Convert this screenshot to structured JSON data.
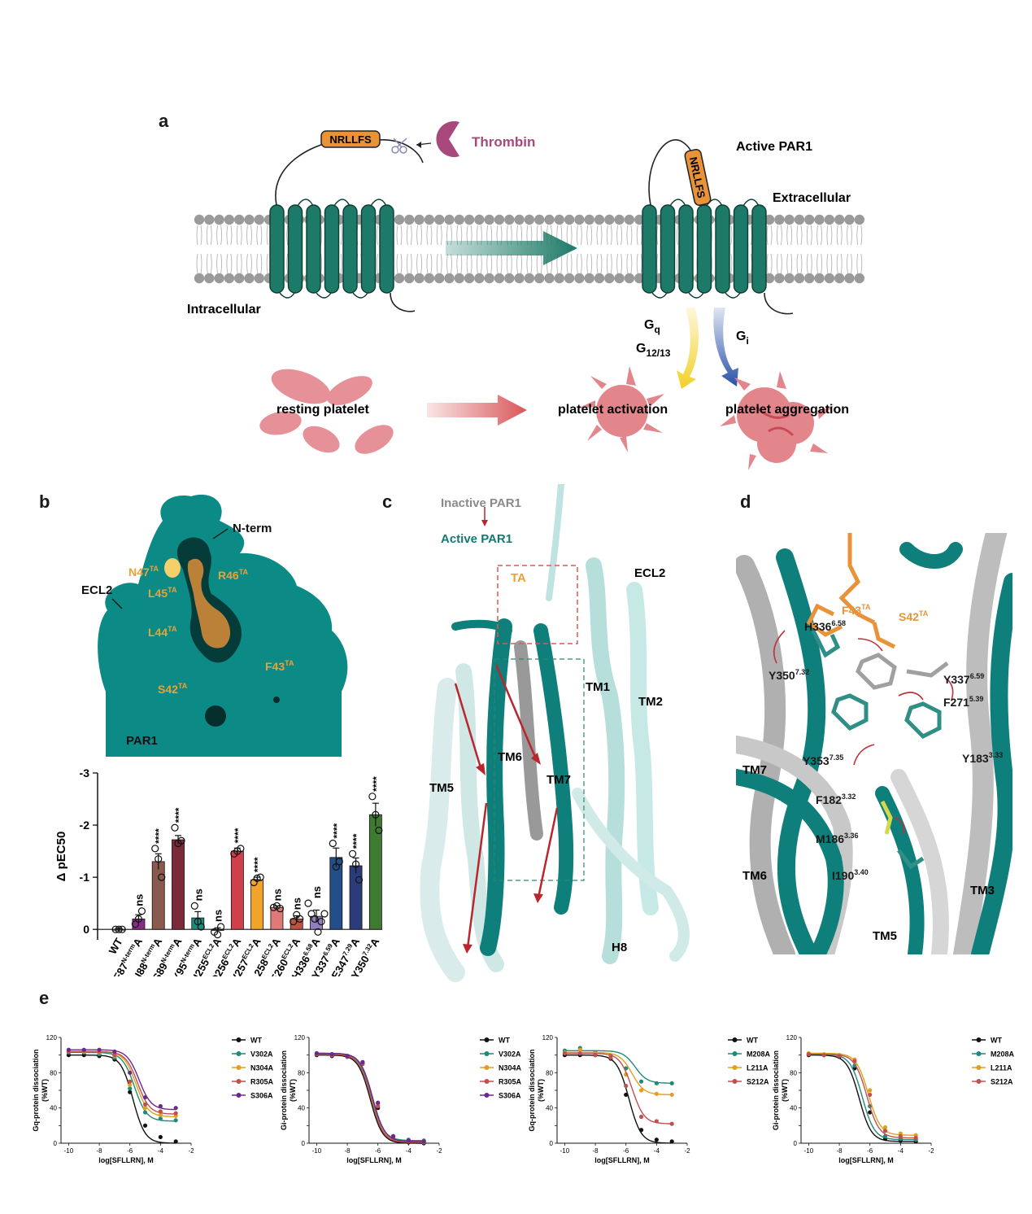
{
  "panels": {
    "a": {
      "label": "a",
      "peptide": "NRLLFS",
      "protease": "Thrombin",
      "active_receptor": "Active PAR1",
      "extracellular": "Extracellular",
      "intracellular": "Intracellular",
      "g_q": "G",
      "g_q_sub": "q",
      "g_12": "G",
      "g_12_sub": "12/13",
      "g_i": "G",
      "g_i_sub": "i",
      "resting": "resting platelet",
      "activation": "platelet activation",
      "aggregation": "platelet aggregation",
      "colors": {
        "helix": "#1e7a68",
        "thrombin": "#a8487d",
        "peptide": "#e8923a",
        "platelet": "#e3868c",
        "gq_arrow": "#f2d024",
        "gi_arrow": "#2a52a8"
      }
    },
    "b": {
      "label": "b",
      "nterm": "N-term",
      "ecl2": "ECL2",
      "par1": "PAR1",
      "residues": [
        {
          "name": "N47",
          "sup": "TA"
        },
        {
          "name": "R46",
          "sup": "TA"
        },
        {
          "name": "L45",
          "sup": "TA"
        },
        {
          "name": "L44",
          "sup": "TA"
        },
        {
          "name": "F43",
          "sup": "TA"
        },
        {
          "name": "S42",
          "sup": "TA"
        }
      ],
      "colors": {
        "surface": "#0b8a86",
        "ligand": "#f0a030"
      }
    },
    "c": {
      "label": "c",
      "inactive": "Inactive PAR1",
      "active": "Active PAR1",
      "ta": "TA",
      "ecl2": "ECL2",
      "tm1": "TM1",
      "tm2": "TM2",
      "tm5": "TM5",
      "tm6": "TM6",
      "tm7": "TM7",
      "h8": "H8"
    },
    "d": {
      "label": "d",
      "labels": [
        {
          "name": "F43",
          "sup": "TA",
          "color": "#e8923a"
        },
        {
          "name": "S42",
          "sup": "TA",
          "color": "#e8923a"
        },
        {
          "name": "H336",
          "sup": "6.58",
          "color": "#1a1a1a"
        },
        {
          "name": "Y350",
          "sup": "7.32",
          "color": "#1a1a1a"
        },
        {
          "name": "Y337",
          "sup": "6.59",
          "color": "#1a1a1a"
        },
        {
          "name": "F271",
          "sup": "5.39",
          "color": "#1a1a1a"
        },
        {
          "name": "Y353",
          "sup": "7.35",
          "color": "#1a1a1a"
        },
        {
          "name": "Y183",
          "sup": "3.33",
          "color": "#1a1a1a"
        },
        {
          "name": "F182",
          "sup": "3.32",
          "color": "#1a1a1a"
        },
        {
          "name": "M186",
          "sup": "3.36",
          "color": "#1a1a1a"
        },
        {
          "name": "I190",
          "sup": "3.40",
          "color": "#1a1a1a"
        }
      ],
      "tm7": "TM7",
      "tm6": "TM6",
      "tm3": "TM3",
      "tm5": "TM5"
    },
    "e": {
      "label": "e"
    }
  },
  "chart_data": [
    {
      "type": "bar",
      "title": "",
      "xlabel": "",
      "ylabel": "Δ pEC50",
      "ylim": [
        0.2,
        -3.0
      ],
      "yticks": [
        "-3",
        "-2",
        "-1",
        "0"
      ],
      "categories": [
        {
          "base": "WT",
          "sup": "",
          "tail": ""
        },
        {
          "base": "F87",
          "sup": "N-term",
          "tail": "A"
        },
        {
          "base": "I88",
          "sup": "N-term",
          "tail": "A"
        },
        {
          "base": "S89",
          "sup": "N-term",
          "tail": "A"
        },
        {
          "base": "Y95",
          "sup": "N-term",
          "tail": "A"
        },
        {
          "base": "H255",
          "sup": "ECL2",
          "tail": "A"
        },
        {
          "base": "D256",
          "sup": "ECL2",
          "tail": "A"
        },
        {
          "base": "V257",
          "sup": "ECL2",
          "tail": "A"
        },
        {
          "base": "L258",
          "sup": "ECL2",
          "tail": "A"
        },
        {
          "base": "E260",
          "sup": "ECL2",
          "tail": "A"
        },
        {
          "base": "H336",
          "sup": "6.58",
          "tail": "A"
        },
        {
          "base": "Y337",
          "sup": "6.59",
          "tail": "A"
        },
        {
          "base": "E347",
          "sup": "7.29",
          "tail": "A"
        },
        {
          "base": "Y350",
          "sup": "7.32",
          "tail": "A"
        }
      ],
      "values": [
        0,
        -0.2,
        -1.3,
        -1.72,
        -0.22,
        0.02,
        -1.5,
        -0.95,
        -0.42,
        -0.2,
        -0.25,
        -1.38,
        -1.22,
        -2.2
      ],
      "errors": [
        0.02,
        0.08,
        0.15,
        0.08,
        0.12,
        0.05,
        0.06,
        0.05,
        0.03,
        0.06,
        0.12,
        0.18,
        0.15,
        0.22
      ],
      "points": [
        [
          0,
          0,
          0
        ],
        [
          -0.1,
          -0.2,
          -0.35
        ],
        [
          -1.55,
          -1.35,
          -1.0
        ],
        [
          -1.95,
          -1.65,
          -1.7
        ],
        [
          -0.45,
          -0.15,
          -0.05
        ],
        [
          0.05,
          0.1,
          -0.05
        ],
        [
          -1.45,
          -1.5,
          -1.55
        ],
        [
          -0.9,
          -0.98,
          -1.0
        ],
        [
          -0.42,
          -0.45,
          -0.4
        ],
        [
          -0.15,
          -0.28,
          -0.2
        ],
        [
          -0.5,
          -0.3,
          -0.2,
          0.05,
          -0.15,
          -0.3
        ],
        [
          -1.65,
          -1.2,
          -1.3
        ],
        [
          -1.45,
          -1.25,
          -0.95
        ],
        [
          -2.55,
          -2.2,
          -1.9
        ]
      ],
      "significance": [
        "",
        "ns",
        "****",
        "****",
        "ns",
        "ns",
        "****",
        "****",
        "ns",
        "ns",
        "ns",
        "****",
        "****",
        "****"
      ],
      "colors": [
        "#9a9a9a",
        "#8a2b8a",
        "#8a5a50",
        "#7a2a3a",
        "#1e8a7a",
        "#5a2a2a",
        "#d0404a",
        "#f2a32a",
        "#e07a78",
        "#c05040",
        "#8f7fbf",
        "#234e8a",
        "#2c3c7a",
        "#3e7a30"
      ]
    },
    {
      "type": "line",
      "ylabel": "Gq-protein dissociation (%WT)",
      "ylabel_lines": [
        "Gq-protein dissociation",
        "(%WT)"
      ],
      "xlabel": "log[SFLLRN], M",
      "xlim": [
        -10.5,
        -2
      ],
      "ylim": [
        0,
        120
      ],
      "xticks": [
        "-10",
        "-8",
        "-6",
        "-4",
        "-2"
      ],
      "yticks": [
        "0",
        "40",
        "80",
        "120"
      ],
      "yticks_all": [
        "0",
        "20",
        "40",
        "60",
        "80",
        "100",
        "120"
      ],
      "x": [
        -10,
        -9,
        -8,
        -7,
        -6,
        -5,
        -4,
        -3
      ],
      "series": [
        {
          "name": "WT",
          "color": "#111111",
          "top": 100,
          "bottom": 0,
          "ec50": -5.8,
          "points": [
            100,
            100,
            99,
            95,
            58,
            20,
            7,
            2
          ]
        },
        {
          "name": "V302A",
          "color": "#1e8a7a",
          "top": 103,
          "bottom": 25,
          "ec50": -5.7,
          "points": [
            103,
            103,
            101,
            97,
            62,
            35,
            28,
            26
          ]
        },
        {
          "name": "N304A",
          "color": "#e0a020",
          "top": 104,
          "bottom": 30,
          "ec50": -5.6,
          "points": [
            104,
            104,
            103,
            99,
            66,
            40,
            32,
            31
          ]
        },
        {
          "name": "R305A",
          "color": "#c05050",
          "top": 104,
          "bottom": 33,
          "ec50": -5.5,
          "points": [
            104,
            105,
            104,
            100,
            70,
            44,
            36,
            34
          ]
        },
        {
          "name": "S306A",
          "color": "#6a2a8a",
          "top": 106,
          "bottom": 38,
          "ec50": -5.4,
          "points": [
            106,
            106,
            106,
            104,
            80,
            52,
            42,
            40
          ]
        }
      ]
    },
    {
      "type": "line",
      "ylabel": "Gi-protein dissociation (%WT)",
      "ylabel_lines": [
        "Gi-protein dissociation",
        "(%WT)"
      ],
      "xlabel": "log[SFLLRN], M",
      "xlim": [
        -10.5,
        -2
      ],
      "ylim": [
        0,
        120
      ],
      "xticks": [
        "-10",
        "-8",
        "-6",
        "-4",
        "-2"
      ],
      "yticks": [
        "0",
        "40",
        "80",
        "120"
      ],
      "yticks_all": [
        "0",
        "20",
        "40",
        "60",
        "80",
        "100",
        "120"
      ],
      "x": [
        -10,
        -9,
        -8,
        -7,
        -6,
        -5,
        -4,
        -3
      ],
      "series": [
        {
          "name": "WT",
          "color": "#111111",
          "top": 100,
          "bottom": 0,
          "ec50": -6.5,
          "points": [
            100,
            99,
            98,
            90,
            40,
            5,
            1,
            0
          ]
        },
        {
          "name": "V302A",
          "color": "#1e8a7a",
          "top": 102,
          "bottom": 3,
          "ec50": -6.4,
          "points": [
            102,
            101,
            99,
            92,
            45,
            8,
            4,
            3
          ]
        },
        {
          "name": "N304A",
          "color": "#e0a020",
          "top": 101,
          "bottom": 2,
          "ec50": -6.45,
          "points": [
            101,
            100,
            99,
            91,
            43,
            7,
            3,
            2
          ]
        },
        {
          "name": "R305A",
          "color": "#c05050",
          "top": 101,
          "bottom": 1,
          "ec50": -6.45,
          "points": [
            101,
            100,
            98,
            90,
            42,
            6,
            2,
            1
          ]
        },
        {
          "name": "S306A",
          "color": "#6a2a8a",
          "top": 102,
          "bottom": 2,
          "ec50": -6.35,
          "points": [
            102,
            101,
            99,
            92,
            46,
            8,
            3,
            2
          ]
        }
      ]
    },
    {
      "type": "line",
      "ylabel": "Gq-protein dissociation (%WT)",
      "ylabel_lines": [
        "Gq-protein dissociation",
        "(%WT)"
      ],
      "xlabel": "log[SFLLRN], M",
      "xlim": [
        -10.5,
        -2
      ],
      "ylim": [
        0,
        120
      ],
      "xticks": [
        "-10",
        "-8",
        "-6",
        "-4",
        "-2"
      ],
      "yticks": [
        "0",
        "40",
        "80",
        "120"
      ],
      "yticks_all": [
        "0",
        "20",
        "40",
        "60",
        "80",
        "100",
        "120"
      ],
      "x": [
        -10,
        -9,
        -8,
        -7,
        -6,
        -5,
        -4,
        -3
      ],
      "series": [
        {
          "name": "WT",
          "color": "#111111",
          "top": 100,
          "bottom": 0,
          "ec50": -5.8,
          "points": [
            100,
            100,
            100,
            96,
            55,
            15,
            4,
            2
          ]
        },
        {
          "name": "M208A",
          "color": "#1e8a7a",
          "top": 105,
          "bottom": 68,
          "ec50": -5.4,
          "points": [
            105,
            108,
            103,
            100,
            85,
            70,
            68,
            68
          ]
        },
        {
          "name": "L211A",
          "color": "#e0a020",
          "top": 103,
          "bottom": 55,
          "ec50": -5.6,
          "points": [
            103,
            106,
            102,
            98,
            78,
            60,
            56,
            55
          ]
        },
        {
          "name": "S212A",
          "color": "#c05050",
          "top": 102,
          "bottom": 22,
          "ec50": -5.6,
          "points": [
            102,
            102,
            100,
            97,
            65,
            30,
            25,
            22
          ]
        }
      ]
    },
    {
      "type": "line",
      "ylabel": "Gi-protein dissociation (%WT)",
      "ylabel_lines": [
        "Gi-protein dissociation",
        "(%WT)"
      ],
      "xlabel": "log[SFLLRN], M",
      "xlim": [
        -10.5,
        -2
      ],
      "ylim": [
        0,
        120
      ],
      "xticks": [
        "-10",
        "-8",
        "-6",
        "-4",
        "-2"
      ],
      "yticks": [
        "0",
        "40",
        "80",
        "120"
      ],
      "yticks_all": [
        "0",
        "20",
        "40",
        "60",
        "80",
        "100",
        "120"
      ],
      "x": [
        -10,
        -9,
        -8,
        -7,
        -6,
        -5,
        -4,
        -3
      ],
      "series": [
        {
          "name": "WT",
          "color": "#111111",
          "top": 100,
          "bottom": 2,
          "ec50": -6.7,
          "points": [
            100,
            100,
            98,
            85,
            35,
            5,
            3,
            2
          ]
        },
        {
          "name": "M208A",
          "color": "#1e8a7a",
          "top": 101,
          "bottom": 4,
          "ec50": -6.5,
          "points": [
            101,
            100,
            99,
            88,
            42,
            8,
            5,
            4
          ]
        },
        {
          "name": "L211A",
          "color": "#e0a020",
          "top": 102,
          "bottom": 9,
          "ec50": -6.1,
          "points": [
            102,
            101,
            100,
            95,
            60,
            18,
            11,
            9
          ]
        },
        {
          "name": "S212A",
          "color": "#c05050",
          "top": 101,
          "bottom": 6,
          "ec50": -6.2,
          "points": [
            101,
            100,
            99,
            93,
            55,
            14,
            8,
            6
          ]
        }
      ]
    }
  ]
}
